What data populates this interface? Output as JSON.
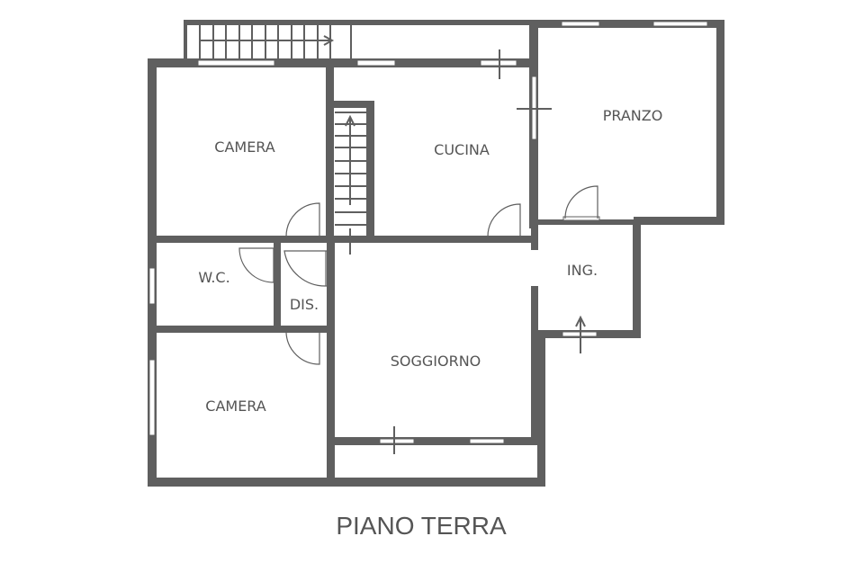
{
  "plan": {
    "title": "PIANO TERRA",
    "wall_color": "#5f5f5f",
    "rooms": {
      "camera_top": "CAMERA",
      "cucina": "CUCINA",
      "pranzo": "PRANZO",
      "wc": "W.C.",
      "dis": "DIS.",
      "ing": "ING.",
      "soggiorno": "SOGGIORNO",
      "camera_bottom": "CAMERA"
    }
  }
}
